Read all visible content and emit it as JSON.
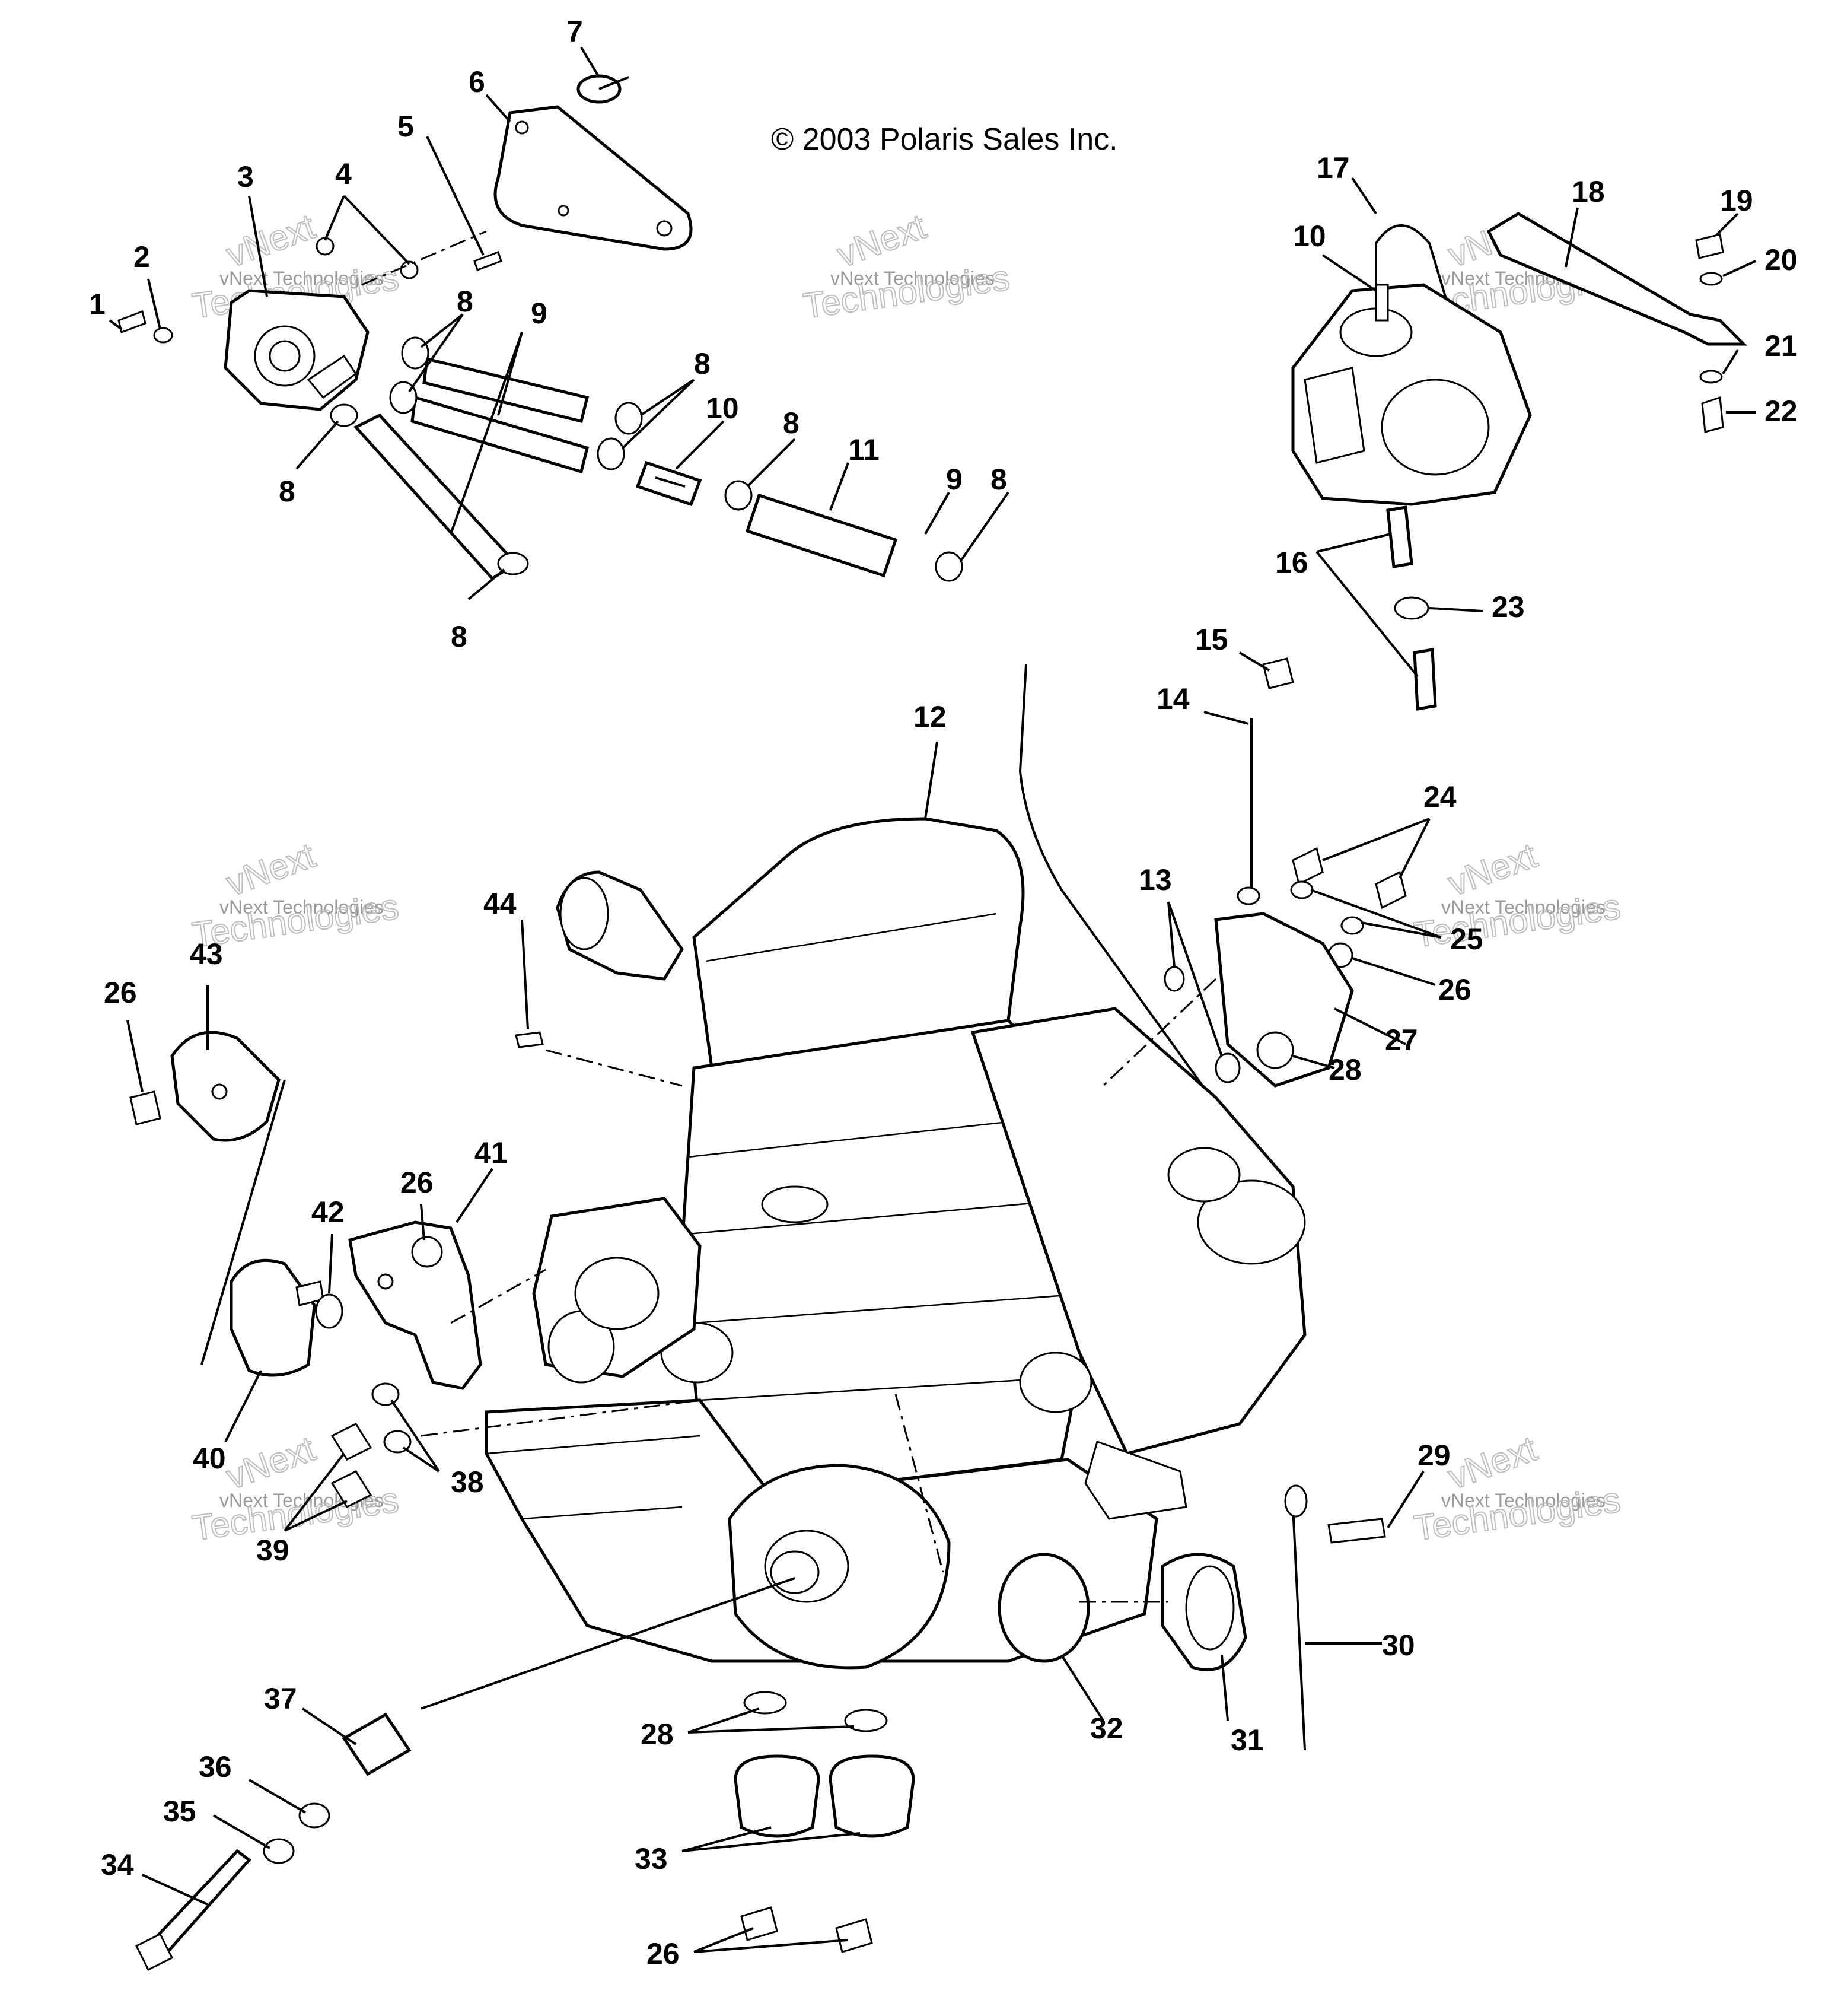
{
  "copyright": "© 2003 Polaris Sales Inc.",
  "watermark": {
    "line1": "vNext Technologies",
    "line2": "Technologies",
    "line3": "vNext"
  },
  "callouts": {
    "c1": "1",
    "c2": "2",
    "c3": "3",
    "c4": "4",
    "c5": "5",
    "c6": "6",
    "c7": "7",
    "c8a": "8",
    "c8b": "8",
    "c8c": "8",
    "c8d": "8",
    "c8e": "8",
    "c8f": "8",
    "c9a": "9",
    "c9b": "9",
    "c10a": "10",
    "c10b": "10",
    "c11": "11",
    "c12": "12",
    "c13": "13",
    "c14": "14",
    "c15": "15",
    "c16": "16",
    "c17": "17",
    "c18": "18",
    "c19": "19",
    "c20": "20",
    "c21": "21",
    "c22": "22",
    "c23": "23",
    "c24": "24",
    "c25": "25",
    "c26a": "26",
    "c26b": "26",
    "c26c": "26",
    "c26d": "26",
    "c27": "27",
    "c28a": "28",
    "c28b": "28",
    "c29": "29",
    "c30": "30",
    "c31": "31",
    "c32": "32",
    "c33": "33",
    "c34": "34",
    "c35": "35",
    "c36": "36",
    "c37": "37",
    "c38": "38",
    "c39": "39",
    "c40": "40",
    "c41": "41",
    "c42": "42",
    "c43": "43",
    "c44": "44"
  }
}
